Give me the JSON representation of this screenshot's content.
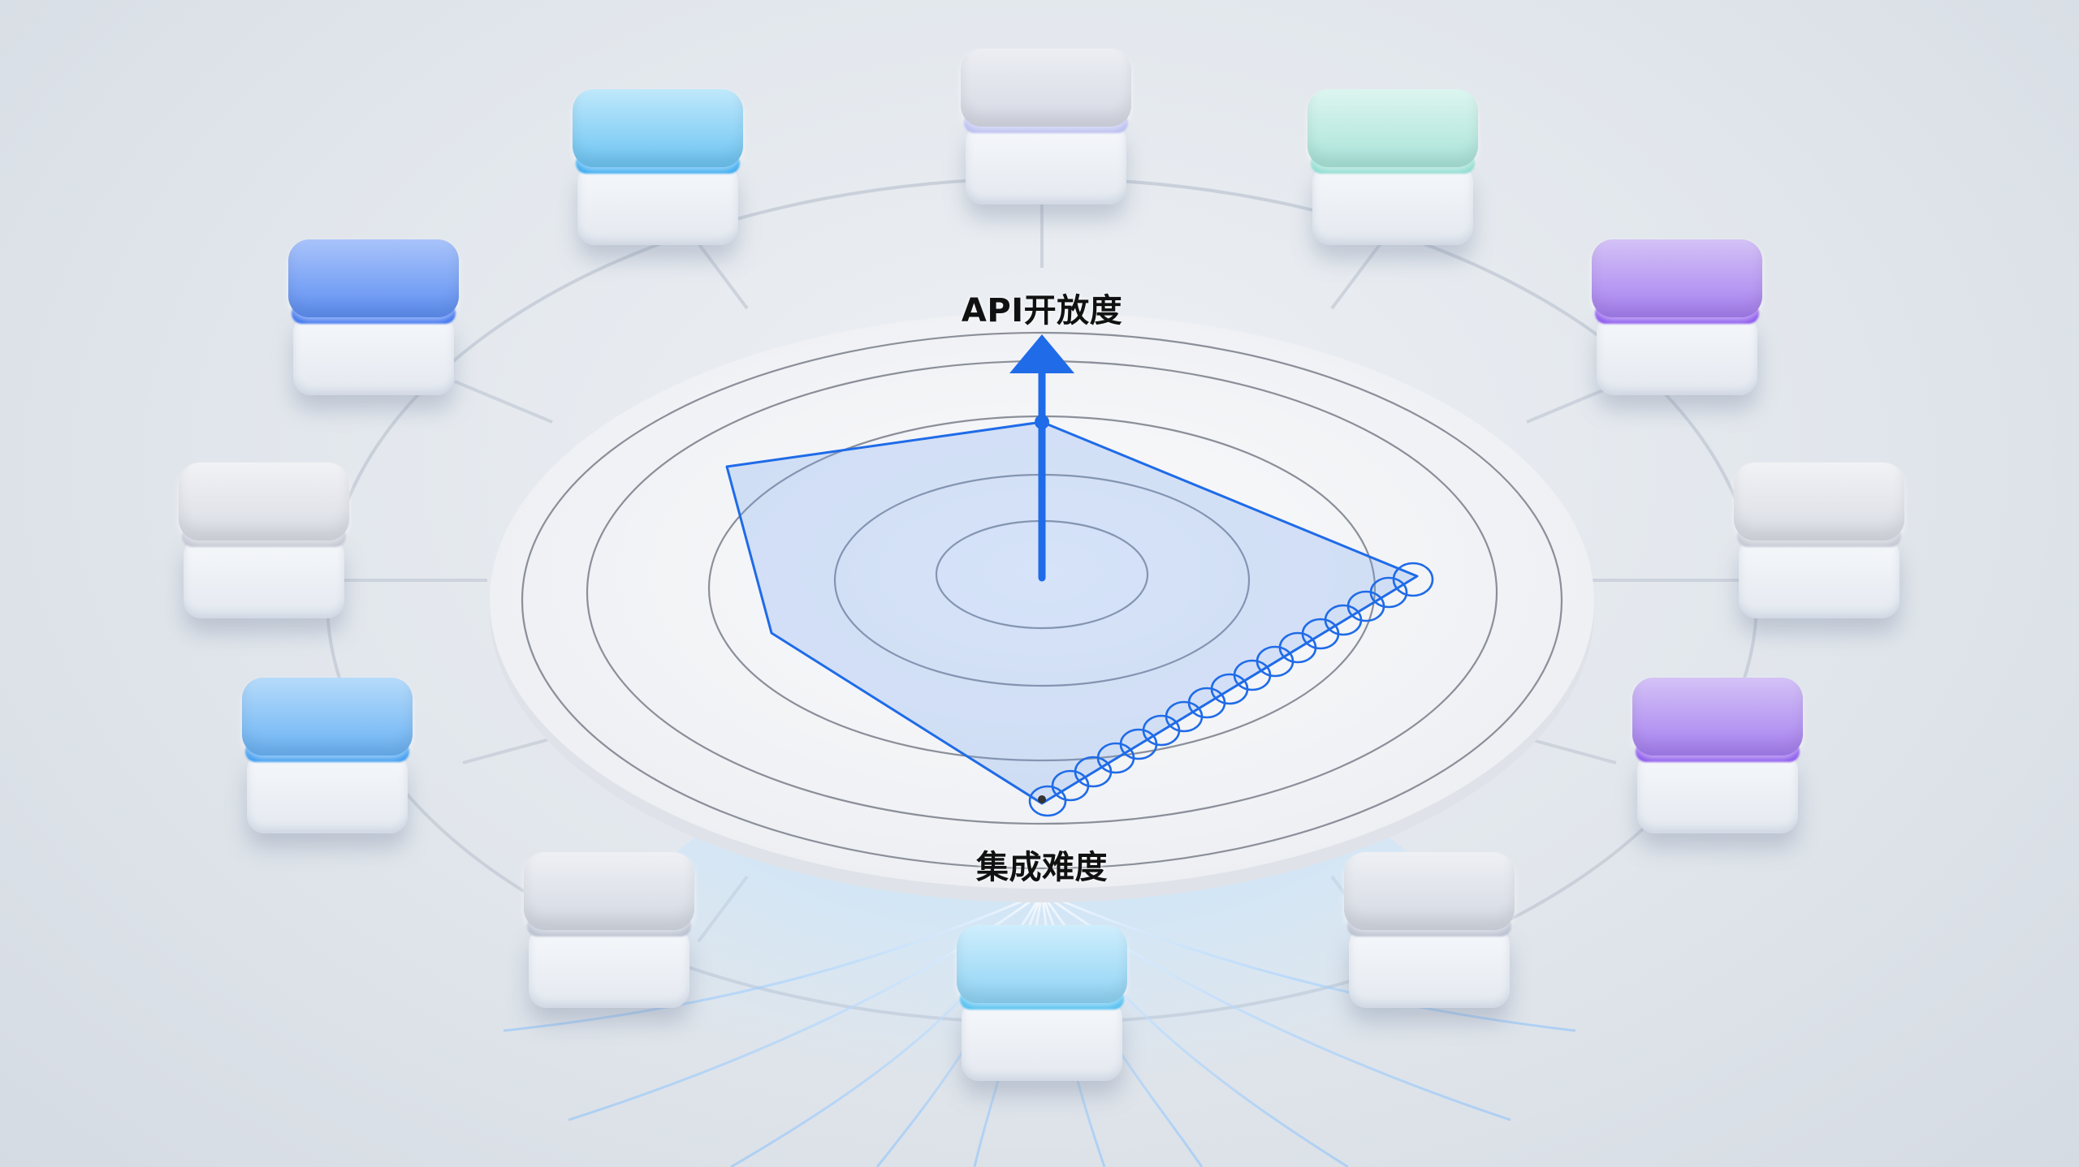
{
  "diagram": {
    "axis_top_label": "API开放度",
    "axis_bottom_label": "集成难度",
    "colors": {
      "background": "#dfe4ea",
      "platform": "#f3f4f6",
      "ring_line": "#8a8f99",
      "accent_blue": "#1f6be8",
      "polygon_fill": "rgba(120,165,240,0.28)",
      "connector": "#c8cfd9"
    }
  },
  "blocks": [
    {
      "id": "top",
      "tint": "gray",
      "cap": "#dfe2ea",
      "band": "#b9bdf0"
    },
    {
      "id": "top-right-1",
      "tint": "mint",
      "cap": "#b9eadf",
      "band": "#8fdcd0"
    },
    {
      "id": "top-right-2",
      "tint": "purple",
      "cap": "#b79af0",
      "band": "#8a55ec"
    },
    {
      "id": "right",
      "tint": "gray",
      "cap": "#e2e4ea",
      "band": "#c3c6d2"
    },
    {
      "id": "bottom-right-1",
      "tint": "purple",
      "cap": "#b79af0",
      "band": "#8a55ec"
    },
    {
      "id": "bottom-right-2",
      "tint": "gray",
      "cap": "#dfe3ea",
      "band": "#b8bfcf"
    },
    {
      "id": "bottom",
      "tint": "cyan",
      "cap": "#9fd9f5",
      "band": "#4fbef0"
    },
    {
      "id": "bottom-left-2",
      "tint": "gray",
      "cap": "#dfe3ea",
      "band": "#b8bfcf"
    },
    {
      "id": "bottom-left-1",
      "tint": "blue",
      "cap": "#8cc4f5",
      "band": "#3a9af0"
    },
    {
      "id": "left",
      "tint": "gray",
      "cap": "#e2e4ea",
      "band": "#c3c6d2"
    },
    {
      "id": "top-left-2",
      "tint": "blue",
      "cap": "#7fa8f7",
      "band": "#3c72ee"
    },
    {
      "id": "top-left-1",
      "tint": "cyan",
      "cap": "#8fd3f5",
      "band": "#38aaf0"
    }
  ]
}
